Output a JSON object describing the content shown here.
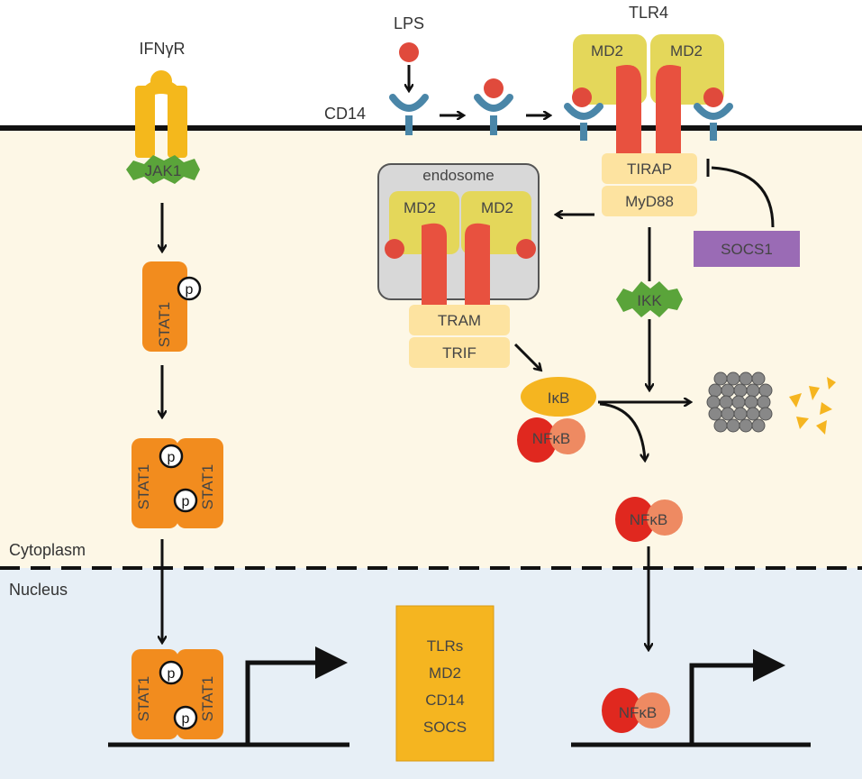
{
  "labels": {
    "ifngr": "IFNγR",
    "jak1": "JAK1",
    "stat1": "STAT1",
    "p": "p",
    "lps": "LPS",
    "cd14": "CD14",
    "tlr4": "TLR4",
    "md2": "MD2",
    "tirap": "TIRAP",
    "myd88": "MyD88",
    "socs1": "SOCS1",
    "endosome": "endosome",
    "tram": "TRAM",
    "trif": "TRIF",
    "ikk": "IKK",
    "ikb": "IκB",
    "nfkb": "NFκB",
    "cytoplasm": "Cytoplasm",
    "nucleus": "Nucleus"
  },
  "gene_box": {
    "lines": [
      "TLRs",
      "MD2",
      "CD14",
      "SOCS"
    ]
  },
  "colors": {
    "cytoplasm_bg": "#fdf7e6",
    "nucleus_bg": "#e7eff6",
    "receptor_yellow": "#f4b81c",
    "stat_orange": "#f28c1e",
    "jak_green": "#5aa43a",
    "tlr_red": "#e8513f",
    "md2_yellow": "#e4d75a",
    "adaptor": "#fde3a0",
    "cd14_blue": "#4a86a8",
    "lps_red": "#e04a3c",
    "socs_purple": "#9a6bb5",
    "nfkb_red": "#e0281f",
    "nfkb_salmon": "#ee8a62",
    "ikb_yellow": "#f5b520",
    "proteasome_grey": "#888888"
  }
}
